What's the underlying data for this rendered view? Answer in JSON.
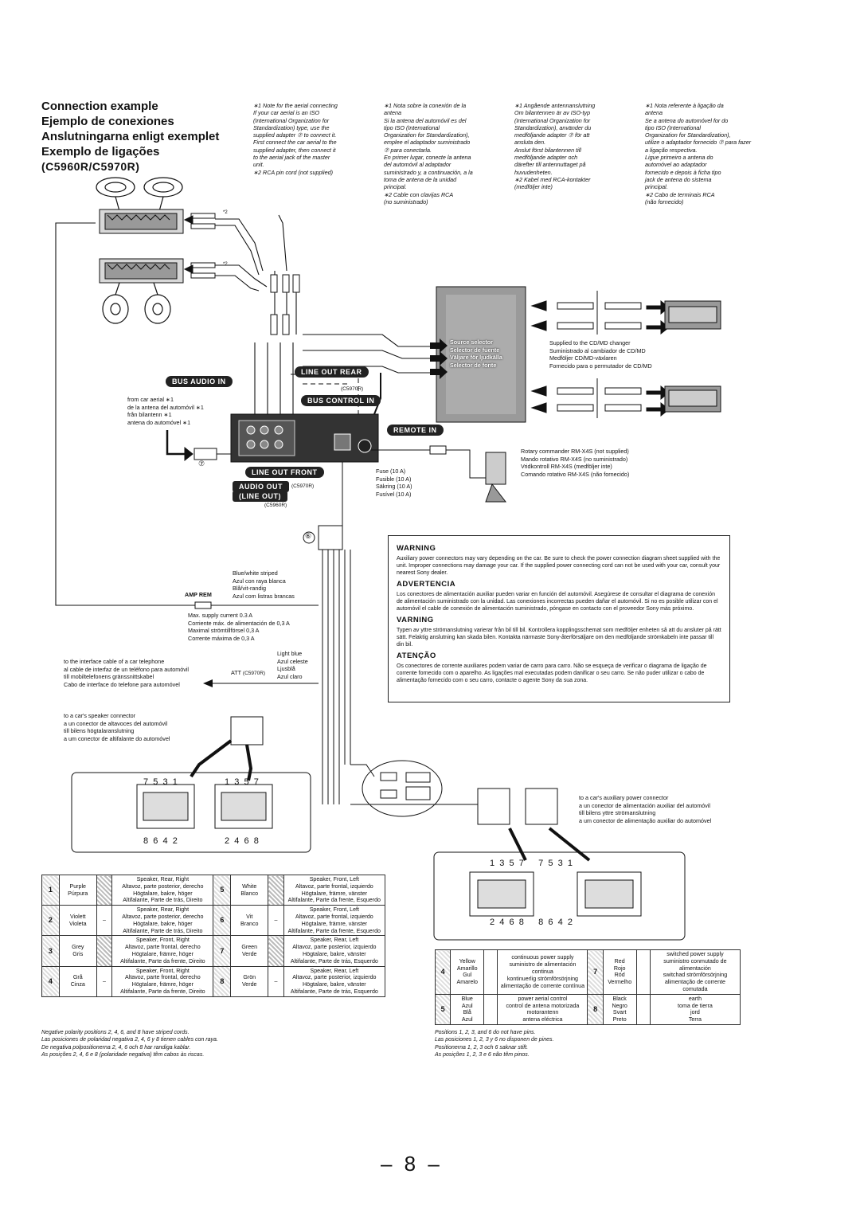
{
  "titles": [
    "Connection example",
    "Ejemplo de conexiones",
    "Anslutningarna enligt exemplet",
    "Exemplo de ligações"
  ],
  "model": "(C5960R/C5970R)",
  "notes": [
    "∗1 Note for the aerial connecting\nIf your car aerial is an ISO\n(International Organization for\nStandardization) type, use the\nsupplied adapter ⑦ to connect it.\nFirst connect the car aerial to the\nsupplied adapter, then connect it\nto the aerial jack of the master\nunit.\n∗2 RCA pin cord (not supplied)",
    "∗1 Nota sobre la conexión de la\nantena\nSi la antena del automóvil es del\ntipo ISO (International\nOrganization for Standardization),\nemplee el adaptador suministrado\n⑦ para conectarla.\nEn primer lugar, conecte la antena\ndel automóvil al adaptador\nsuministrado y, a continuación, a la\ntoma de antena de la unidad\nprincipal.\n∗2 Cable con clavijas RCA\n(no suministrado)",
    "∗1 Angående antennanslutning\nOm bilantennen är av ISO-typ\n(International Organization for\nStandardization), använder du\nmedföljande adapter ⑦ för att\nansluta den.\nAnslut först bilantennen till\nmedföljande adapter och\ndärefter till antennuttaget på\nhuvudenheten.\n∗2 Kabel med RCA-kontakter\n(medföljer inte)",
    "∗1 Nota referente à ligação da\nantena\nSe a antena do automóvel for do\ntipo ISO (International\nOrganization for Standardization),\nutilize o adaptador fornecido ⑦ para fazer\na ligação respectiva.\nLigue primeiro a antena do\nautomóvel ao adaptador\nfornecido e depois à ficha tipo\njack de antena do sistema\nprincipal.\n∗2 Cabo de terminais RCA\n(não fornecido)"
  ],
  "diagram": {
    "bus_audio_in": "BUS AUDIO IN",
    "line_out_rear": "LINE OUT REAR",
    "bus_control_in": "BUS CONTROL IN",
    "remote_in": "REMOTE IN",
    "line_out_front": "LINE OUT FRONT",
    "audio_out": "AUDIO OUT",
    "line_out": "(LINE OUT)",
    "c5970r": "(C5970R)",
    "c5960r": "(C5960R)",
    "c5970r_plain": "C5970R",
    "source_selector": "Source selector\nSelector de fuente\nVäljare för ljudkälla\nSelector de fonte",
    "from_aerial": "from car aerial ∗1\nde la antena del automóvil ∗1\nfrån bilantenn ∗1\nantena do automóvel ∗1",
    "cd_changer": "Supplied to the CD/MD changer\nSuministrado al cambiador de CD/MD\nMedföljer CD/MD-växlaren\nFornecido para o permutador de CD/MD",
    "rotary": "Rotary commander RM-X4S (not supplied)\nMando rotativo RM-X4S (no suministrado)\nVridkontroll RM-X4S (medföljer inte)\nComando rotativo RM-X4S (não fornecido)",
    "fuse": "Fuse (10 A)\nFusible (10 A)\nSäkring (10 A)\nFusível (10 A)",
    "blue_white": "Blue/white striped\nAzul con raya blanca\nBlå/vit-randig\nAzul com listras brancas",
    "amp_rem": "AMP REM",
    "max_supply": "Max. supply current 0.3 A\nCorriente máx. de alimentación de 0,3 A\nMaximal strömtillförsel 0,3 A\nCorrente máxima de 0,3 A",
    "light_blue": "Light blue\nAzul celeste\nLjusblå\nAzul claro",
    "att": "ATT",
    "telephone": "to the interface cable of a car telephone\nal cable de interfaz de un teléfono para automóvil\ntill mobiltelefonens gränssnittskabel\nCabo de interface do telefone para automóvel",
    "speaker_connector": "to a car's speaker connector\na un conector de altavoces del automóvil\ntill bilens högtalaranslutning\na um conector de altifalante do automóvel",
    "aux_power": "to a car's auxiliary power connector\na un conector de alimentación auxiliar del automóvil\ntill bilens yttre strömanslutning\na um conector de alimentação auxiliar do automóvel",
    "callout_2": "∗2",
    "callout_6": "⑥",
    "callout_7": "⑦",
    "pins_left_top": "7  5  3  1",
    "pins_left_bottom": "8  6  4  2",
    "pins_mid_top": "1  3  5  7",
    "pins_mid_bottom": "2  4  6  8"
  },
  "warnings": [
    {
      "head": "WARNING",
      "body": "Auxiliary power connectors may vary depending on the car. Be sure to check the power connection diagram sheet supplied with the unit. Improper connections may damage your car. If the supplied power connecting cord can not be used with your car, consult your nearest Sony dealer."
    },
    {
      "head": "ADVERTENCIA",
      "body": "Los conectores de alimentación auxiliar pueden variar en función del automóvil. Asegúrese de consultar el diagrama de conexión de alimentación suministrado con la unidad. Las conexiones incorrectas pueden dañar el automóvil. Si no es posible utilizar con el automóvil el cable de conexión de alimentación suministrado, póngase en contacto con el proveedor Sony más próximo."
    },
    {
      "head": "VARNING",
      "body": "Typen av yttre strömanslutning varierar från bil till bil. Kontrollera kopplingsschemat som medföljer enheten så att du ansluter på rätt sätt. Felaktig anslutning kan skada bilen. Kontakta närmaste Sony-återförsäljare om den medföljande strömkabeln inte passar till din bil."
    },
    {
      "head": "ATENÇÃO",
      "body": "Os conectores de corrente auxiliares podem variar de carro para carro. Não se esqueça de verificar o diagrama de ligação de corrente fornecido com o aparelho. As ligações mal executadas podem danificar o seu carro. Se não puder utilizar o cabo de alimentação fornecido com o seu carro, contacte o agente Sony da sua zona."
    }
  ],
  "speaker_table": [
    {
      "pin": "1",
      "color": "Purple\nPúrpura",
      "func": "Speaker, Rear, Right\nAltavoz, parte posterior, derecho\nHögtalare, bakre, höger\nAltifalante, Parte de trás, Direito",
      "pin2": "5",
      "color2": "White\nBlanco",
      "func2": "Speaker, Front, Left\nAltavoz, parte frontal, izquierdo\nHögtalare, främre, vänster\nAltifalante, Parte da frente, Esquerdo"
    },
    {
      "pin": "2",
      "color": "Violett\nVioleta",
      "func": "Speaker, Rear, Right\nAltavoz, parte posterior, derecho\nHögtalare, bakre, höger\nAltifalante, Parte de trás, Direito",
      "pin2": "6",
      "color2": "Vit\nBranco",
      "func2": "Speaker, Front, Left\nAltavoz, parte frontal, izquierdo\nHögtalare, främre, vänster\nAltifalante, Parte da frente, Esquerdo"
    },
    {
      "pin": "3",
      "color": "Grey\nGris",
      "func": "Speaker, Front, Right\nAltavoz, parte frontal, derecho\nHögtalare, främre, höger\nAltifalante, Parte da frente, Direito",
      "pin2": "7",
      "color2": "Green\nVerde",
      "func2": "Speaker, Rear, Left\nAltavoz, parte posterior, izquierdo\nHögtalare, bakre, vänster\nAltifalante, Parte de trás, Esquerdo"
    },
    {
      "pin": "4",
      "color": "Grå\nCinza",
      "func": "Speaker, Front, Right\nAltavoz, parte frontal, derecho\nHögtalare, främre, höger\nAltifalante, Parte da frente, Direito",
      "pin2": "8",
      "color2": "Grön\nVerde",
      "func2": "Speaker, Rear, Left\nAltavoz, parte posterior, izquierdo\nHögtalare, bakre, vänster\nAltifalante, Parte de trás, Esquerdo"
    }
  ],
  "speaker_note": "Negative polarity positions 2, 4, 6, and 8 have striped cords.\nLas posiciones de polaridad negativa 2, 4, 6 y 8 tienen cables con raya.\nDe negativa polpositionerna 2, 4, 6 och 8 har randiga kablar.\nAs posições 2, 4, 6 e 8 (polaridade negativa) têm cabos às riscas.",
  "power_table": [
    {
      "pin": "4",
      "color": "Yellow\nAmarillo\nGul\nAmarelo",
      "func": "continuous power supply\nsuministro de alimentación continua\nkontinuerlig strömförsörjning\nalimentação de corrente contínua",
      "pin2": "7",
      "color2": "Red\nRojo\nRöd\nVermelho",
      "func2": "switched power supply\nsuministro conmutado de alimentación\nswitchad strömförsörjning\nalimentação de corrente comutada"
    },
    {
      "pin": "5",
      "color": "Blue\nAzul\nBlå\nAzul",
      "func": "power aerial control\ncontrol de antena motorizada\nmotorantenn\nantena eléctrica",
      "pin2": "8",
      "color2": "Black\nNegro\nSvart\nPreto",
      "func2": "earth\ntoma de tierra\njord\nTerra"
    }
  ],
  "power_note": "Positions 1, 2, 3, and 6 do not have pins.\nLas posiciones 1, 2, 3 y 6 no disponen de pines.\nPositionerna 1, 2, 3 och 6 saknar stift.\nAs posições 1, 2, 3 e 6 não têm pinos.",
  "power_pins_top": "1  3  5  7      7  5  3  1",
  "power_pins_bottom": "2  4  6  8      8  6  4  2",
  "page_number": "– 8 –"
}
